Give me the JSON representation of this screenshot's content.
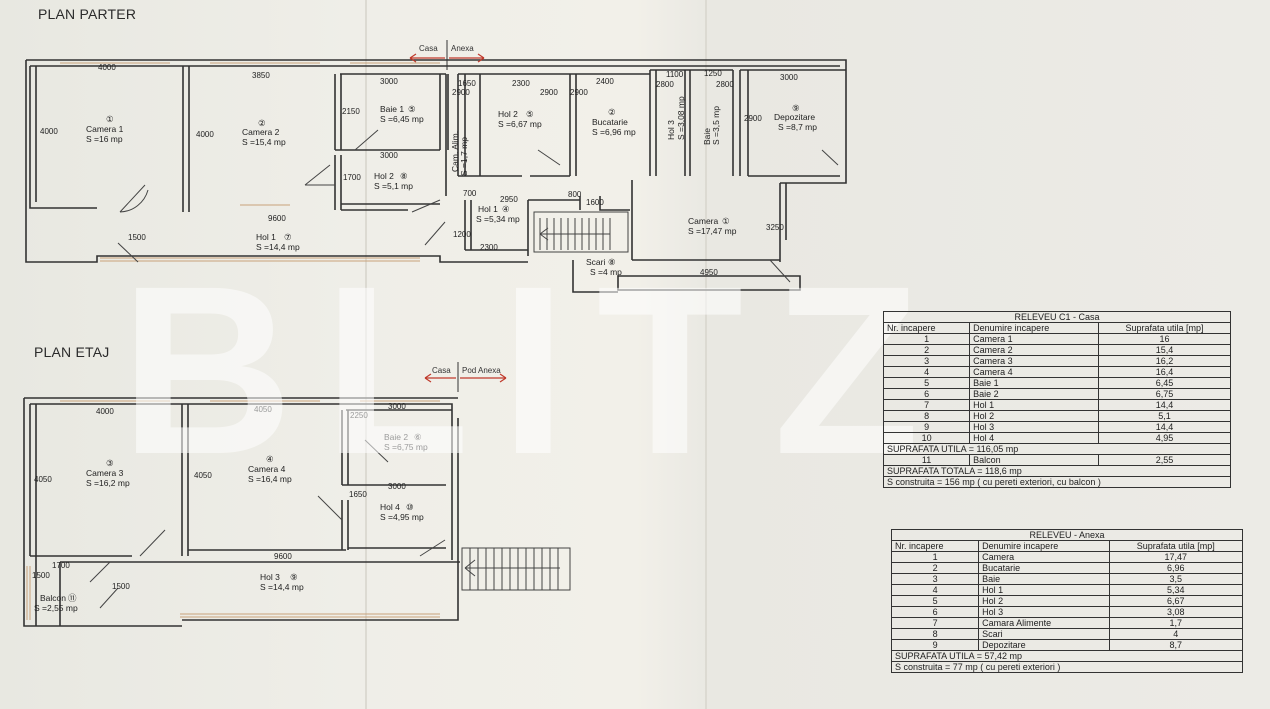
{
  "titles": {
    "parter": "PLAN PARTER",
    "etaj": "PLAN ETAJ"
  },
  "watermark": "BLITZ",
  "arrows": {
    "parter": {
      "left": "Casa",
      "right": "Anexa"
    },
    "etaj": {
      "left": "Casa",
      "right": "Pod Anexa"
    }
  },
  "parter_rooms": [
    {
      "num": "①",
      "name": "Camera 1",
      "area": "S =16 mp"
    },
    {
      "num": "②",
      "name": "Camera 2",
      "area": "S =15,4 mp"
    },
    {
      "num": "⑤",
      "name": "Baie 1",
      "area": "S =6,45 mp"
    },
    {
      "num": "⑧",
      "name": "Hol 2",
      "area": "S =5,1 mp"
    },
    {
      "num": "⑦",
      "name": "Hol 1",
      "area": "S =14,4 mp"
    },
    {
      "num": "⑤",
      "name": "Hol 2",
      "area": "S =6,67 mp"
    },
    {
      "num": "②",
      "name": "Bucatarie",
      "area": "S =6,96 mp"
    },
    {
      "num": "④",
      "name": "Hol 1",
      "area": "S =5,34 mp"
    },
    {
      "num": "⑨",
      "name": "Depozitare",
      "area": "S =8,7 mp"
    },
    {
      "num": "①",
      "name": "Camera",
      "area": "S =17,47 mp"
    },
    {
      "num": "⑧",
      "name": "Scari",
      "area": "S =4 mp"
    }
  ],
  "parter_vertical": [
    {
      "label": "Cam. Alim.",
      "area": "S =1,7 mp"
    },
    {
      "label": "Hol 3",
      "area": "S =3,08 mp"
    },
    {
      "label": "Baie",
      "area": "S =3,5 mp"
    }
  ],
  "parter_dims": [
    "4000",
    "3850",
    "3000",
    "1650",
    "2300",
    "2400",
    "1100",
    "1250",
    "3000",
    "4000",
    "4000",
    "2150",
    "2900",
    "2900",
    "2900",
    "2800",
    "2800",
    "2900",
    "3000",
    "1700",
    "700",
    "2950",
    "800",
    "1600",
    "9600",
    "1500",
    "1200",
    "2300",
    "3250",
    "4950"
  ],
  "etaj_rooms": [
    {
      "num": "③",
      "name": "Camera 3",
      "area": "S =16,2 mp"
    },
    {
      "num": "④",
      "name": "Camera 4",
      "area": "S =16,4 mp"
    },
    {
      "num": "⑥",
      "name": "Baie 2",
      "area": "S =6,75 mp"
    },
    {
      "num": "⑩",
      "name": "Hol 4",
      "area": "S =4,95 mp"
    },
    {
      "num": "⑨",
      "name": "Hol 3",
      "area": "S =14,4 mp"
    },
    {
      "num": "⑪",
      "name": "Balcon",
      "area": "S =2,55 mp"
    }
  ],
  "etaj_dims": [
    "4000",
    "4050",
    "3000",
    "2250",
    "4050",
    "4050",
    "3000",
    "1650",
    "1700",
    "9600",
    "1500",
    "1500"
  ],
  "table_casa": {
    "title": "RELEVEU C1 - Casa",
    "headers": [
      "Nr. incapere",
      "Denumire incapere",
      "Suprafata utila [mp]"
    ],
    "rows": [
      [
        "1",
        "Camera 1",
        "16"
      ],
      [
        "2",
        "Camera 2",
        "15,4"
      ],
      [
        "3",
        "Camera 3",
        "16,2"
      ],
      [
        "4",
        "Camera 4",
        "16,4"
      ],
      [
        "5",
        "Baie 1",
        "6,45"
      ],
      [
        "6",
        "Baie 2",
        "6,75"
      ],
      [
        "7",
        "Hol 1",
        "14,4"
      ],
      [
        "8",
        "Hol 2",
        "5,1"
      ],
      [
        "9",
        "Hol 3",
        "14,4"
      ],
      [
        "10",
        "Hol 4",
        "4,95"
      ]
    ],
    "subtotal": "SUPRAFATA UTILA  = 116,05 mp",
    "extra_row": [
      "11",
      "Balcon",
      "2,55"
    ],
    "total": "SUPRAFATA TOTALA  = 118,6 mp",
    "built": "S construita = 156 mp ( cu pereti exteriori, cu balcon )"
  },
  "table_anexa": {
    "title": "RELEVEU - Anexa",
    "headers": [
      "Nr. incapere",
      "Denumire incapere",
      "Suprafata utila [mp]"
    ],
    "rows": [
      [
        "1",
        "Camera",
        "17,47"
      ],
      [
        "2",
        "Bucatarie",
        "6,96"
      ],
      [
        "3",
        "Baie",
        "3,5"
      ],
      [
        "4",
        "Hol 1",
        "5,34"
      ],
      [
        "5",
        "Hol 2",
        "6,67"
      ],
      [
        "6",
        "Hol 3",
        "3,08"
      ],
      [
        "7",
        "Camara Alimente",
        "1,7"
      ],
      [
        "8",
        "Scari",
        "4"
      ],
      [
        "9",
        "Depozitare",
        "8,7"
      ]
    ],
    "subtotal": "SUPRAFATA UTILA  = 57,42 mp",
    "built": "S construita = 77 mp ( cu pereti exteriori )"
  }
}
